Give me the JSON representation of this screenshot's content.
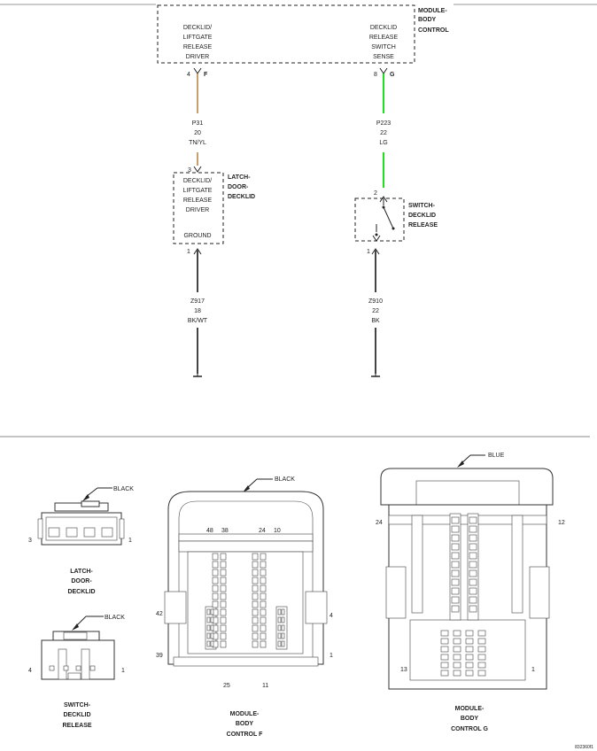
{
  "schematic": {
    "bcm": {
      "title": [
        "MODULE-",
        "BODY",
        "CONTROL"
      ],
      "left_function": [
        "DECKLID/",
        "LIFTGATE",
        "RELEASE",
        "DRIVER"
      ],
      "right_function": [
        "DECKLID",
        "RELEASE",
        "SWITCH",
        "SENSE"
      ],
      "left_pin": "4",
      "left_connector": "F",
      "right_pin": "8",
      "right_connector": "G"
    },
    "wire_p31": {
      "circuit": "P31",
      "gauge": "20",
      "color": "TN/YL",
      "hex": "#c8a070"
    },
    "wire_p223": {
      "circuit": "P223",
      "gauge": "22",
      "color": "LG",
      "hex": "#22dd22"
    },
    "latch": {
      "title": [
        "LATCH-",
        "DOOR-",
        "DECKLID"
      ],
      "function": [
        "DECKLID/",
        "LIFTGATE",
        "RELEASE",
        "DRIVER"
      ],
      "ground_label": "GROUND",
      "pin_top": "3",
      "pin_bottom": "1"
    },
    "switch": {
      "title": [
        "SWITCH-",
        "DECKLID",
        "RELEASE"
      ],
      "pin_top": "2",
      "pin_bottom": "1"
    },
    "wire_z917": {
      "circuit": "Z917",
      "gauge": "18",
      "color": "BK/WT",
      "hex": "#444444"
    },
    "wire_z910": {
      "circuit": "Z910",
      "gauge": "22",
      "color": "BK",
      "hex": "#444444"
    }
  },
  "connectors": {
    "latch_view": {
      "callout": "BLACK",
      "pin_left": "3",
      "pin_right": "1",
      "name": [
        "LATCH-",
        "DOOR-",
        "DECKLID"
      ]
    },
    "switch_view": {
      "callout": "BLACK",
      "pin_left": "4",
      "pin_right": "1",
      "name": [
        "SWITCH-",
        "DECKLID",
        "RELEASE"
      ]
    },
    "bcm_f": {
      "callout": "BLACK",
      "top_pins": [
        "48",
        "38",
        "24",
        "10"
      ],
      "pin_left_upper": "42",
      "pin_left_lower": "39",
      "pin_right_upper": "4",
      "pin_right_lower": "1",
      "bottom_pins": [
        "25",
        "11"
      ],
      "name": [
        "MODULE-",
        "BODY",
        "CONTROL F"
      ]
    },
    "bcm_g": {
      "callout": "BLUE",
      "pin_left_upper": "24",
      "pin_right_upper": "12",
      "pin_left_lower": "13",
      "pin_right_lower": "1",
      "name": [
        "MODULE-",
        "BODY",
        "CONTROL G"
      ]
    }
  },
  "figure_id": "832360f1"
}
